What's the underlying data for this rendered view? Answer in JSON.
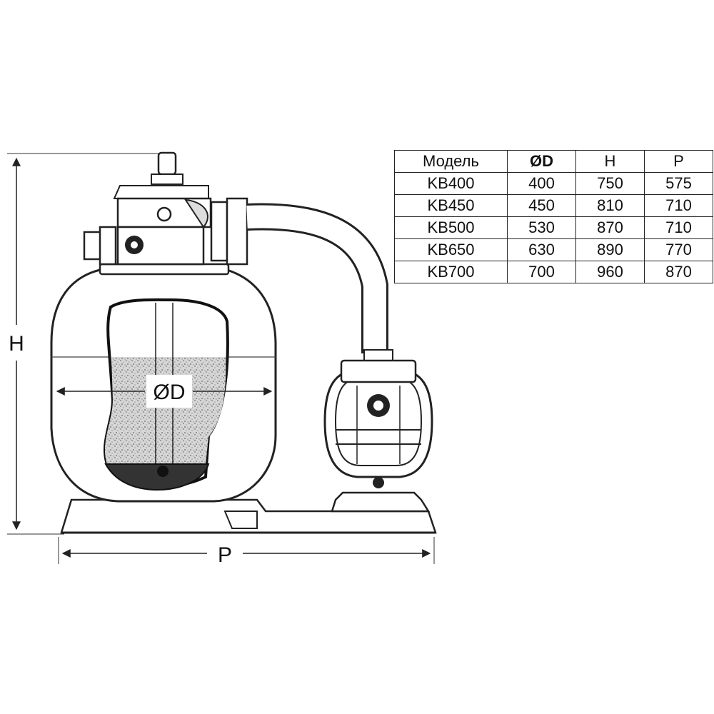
{
  "dimensions": {
    "height_label": "H",
    "width_label": "P",
    "diameter_label": "ØD"
  },
  "spec_table": {
    "headers": [
      "Модель",
      "ØD",
      "H",
      "P"
    ],
    "rows": [
      [
        "KB400",
        "400",
        "750",
        "575"
      ],
      [
        "KB450",
        "450",
        "810",
        "710"
      ],
      [
        "KB500",
        "530",
        "870",
        "710"
      ],
      [
        "KB650",
        "630",
        "890",
        "770"
      ],
      [
        "KB700",
        "700",
        "960",
        "870"
      ]
    ]
  }
}
